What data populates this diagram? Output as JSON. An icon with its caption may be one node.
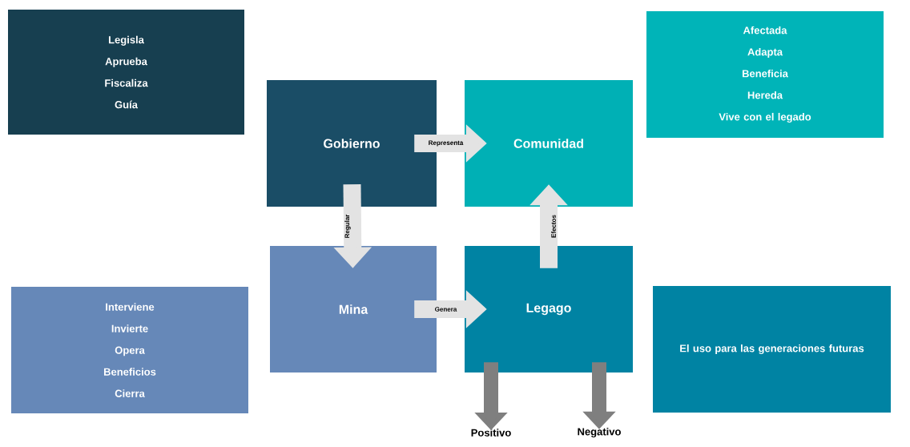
{
  "diagram": {
    "nodes": [
      {
        "text": [
          "Legisla",
          "Aprueba",
          "Fiscaliza",
          "Guía"
        ]
      },
      {
        "text": [
          "Gobierno"
        ]
      },
      {
        "text": [
          "Comunidad"
        ]
      },
      {
        "text": [
          "Afectada",
          "Adapta",
          "Beneficia",
          "Hereda",
          "Vive con el legado"
        ]
      },
      {
        "text": [
          "Interviene",
          "Invierte",
          "Opera",
          "Beneficios",
          "Cierra"
        ]
      },
      {
        "text": [
          "Mina"
        ]
      },
      {
        "text": [
          "Legago"
        ]
      },
      {
        "text": [
          "El uso para las generaciones futuras"
        ]
      },
      {
        "text": [
          "Positivo"
        ]
      },
      {
        "text": [
          "Negativo"
        ]
      }
    ],
    "edges": [
      {
        "from": 1,
        "to": 2,
        "arrow": "to",
        "label": "Representa"
      },
      {
        "from": 1,
        "to": 5,
        "arrow": "to",
        "label": "Regular"
      },
      {
        "from": 5,
        "to": 6,
        "arrow": "to",
        "label": "Genera"
      },
      {
        "from": 6,
        "to": 2,
        "arrow": "to",
        "label": "Efectos"
      },
      {
        "from": 6,
        "to": 8,
        "arrow": "to",
        "color": "#7f7f7f"
      },
      {
        "from": 6,
        "to": 9,
        "arrow": "to",
        "color": "#7f7f7f"
      }
    ]
  }
}
